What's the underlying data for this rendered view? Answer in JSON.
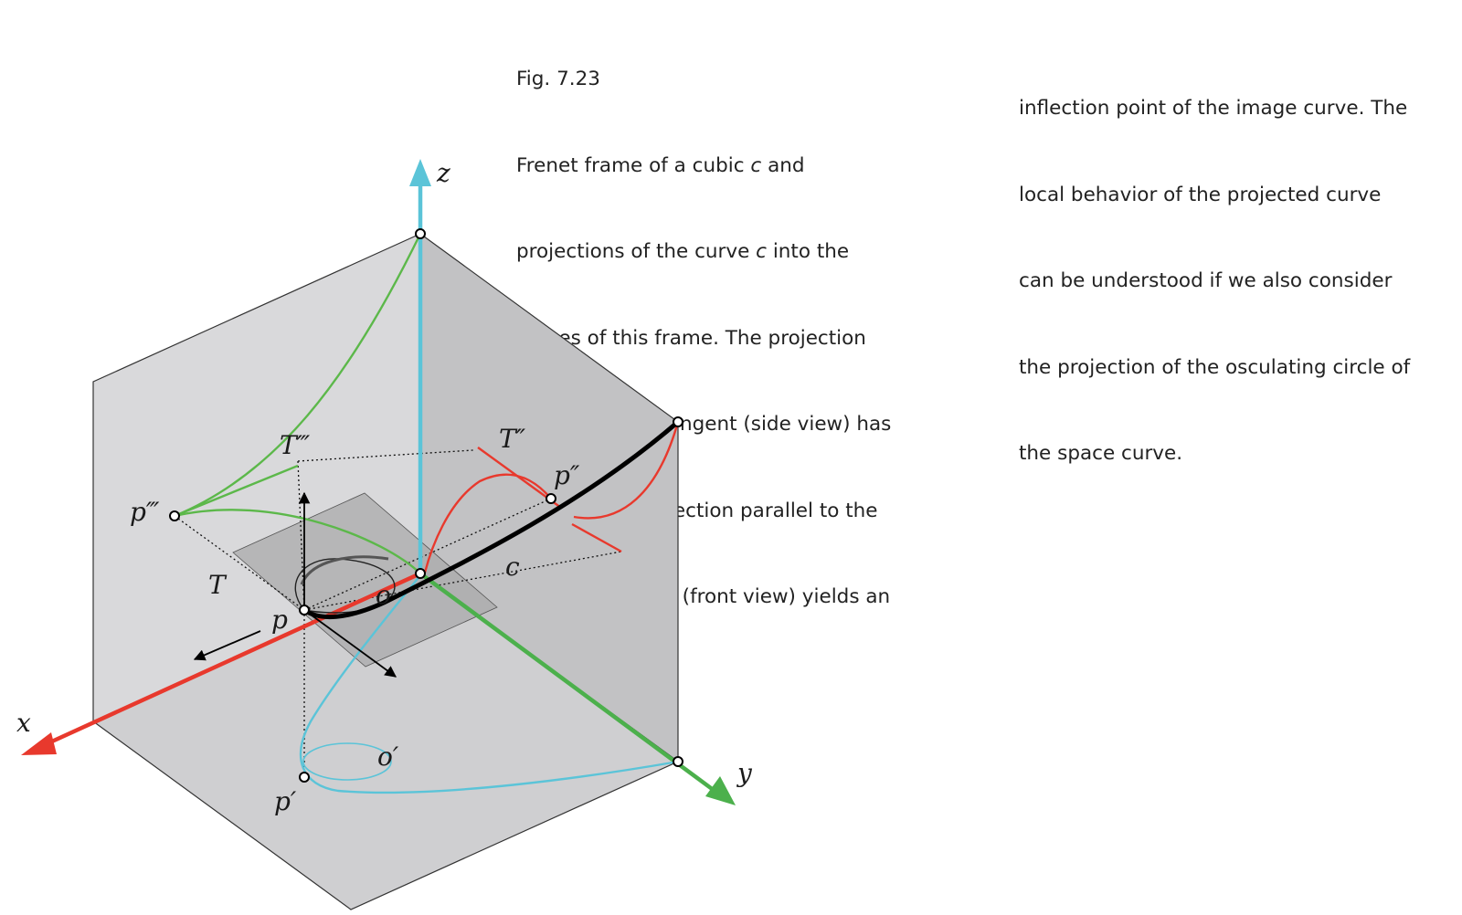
{
  "caption": {
    "figure_number": "Fig. 7.23",
    "left_column": [
      {
        "before": "Frenet frame of a cubic ",
        "italic": "c",
        "after": " and"
      },
      {
        "before": "projections of the curve ",
        "italic": "c",
        "after": " into the"
      },
      {
        "before": "planes of this frame. The projection",
        "italic": "",
        "after": ""
      },
      {
        "before": "parallel to the tangent (side view) has",
        "italic": "",
        "after": ""
      },
      {
        "before": "a cusp. The projection parallel to the",
        "italic": "",
        "after": ""
      },
      {
        "before": "principal normal (front view) yields an",
        "italic": "",
        "after": ""
      }
    ],
    "right_column": [
      "inflection point of the image curve. The",
      "local behavior of the projected curve",
      "can be understood if we also consider",
      "the projection of the osculating circle of",
      "the space curve."
    ]
  },
  "diagram": {
    "labels": {
      "z_axis": "z",
      "x_axis": "x",
      "y_axis": "y",
      "T_triple": "T‴",
      "T_double": "T″",
      "p_triple": "p‴",
      "p_double": "p″",
      "T": "T",
      "c": "c",
      "o": "o",
      "p": "p",
      "o_prime": "o′",
      "p_prime": "p′"
    },
    "colors": {
      "x_axis": "#e8392d",
      "y_axis": "#4cb04c",
      "z_axis": "#5bc4d8",
      "side_view_curve": "#e8392d",
      "front_view_curve": "#5bc4d8",
      "top_view_curve": "#5cb84a",
      "space_curve": "#000000",
      "left_face": "#d9d9db",
      "right_face": "#c2c2c4",
      "bottom_face": "#cfcfd1",
      "osculating_plane": "#a9a9ab"
    }
  }
}
